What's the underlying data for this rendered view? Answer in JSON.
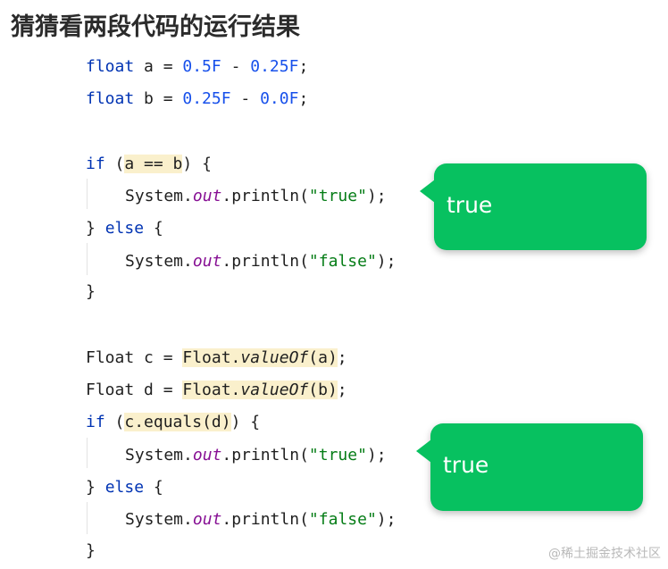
{
  "title": "猜猜看两段代码的运行结果",
  "code": {
    "l1": {
      "kw": "float",
      "a": " a = ",
      "n1": "0.5F",
      "op": " - ",
      "n2": "0.25F",
      "end": ";"
    },
    "l2": {
      "kw": "float",
      "a": " b = ",
      "n1": "0.25F",
      "op": " - ",
      "n2": "0.0F",
      "end": ";"
    },
    "l3": {
      "kw": "if",
      "a": " (",
      "hl": "a == b",
      "b": ") {"
    },
    "l4": {
      "a": "System.",
      "fld": "out",
      "b": ".println(",
      "str": "\"true\"",
      "c": ");"
    },
    "l5": {
      "a": "} ",
      "kw": "else",
      "b": " {"
    },
    "l6": {
      "a": "System.",
      "fld": "out",
      "b": ".println(",
      "str": "\"false\"",
      "c": ");"
    },
    "l7": {
      "a": "}"
    },
    "l8": {
      "a": "Float c = ",
      "h1": "Float.",
      "h2": "valueOf",
      "h3": "(a)",
      "b": ";"
    },
    "l9": {
      "a": "Float d = ",
      "h1": "Float.",
      "h2": "valueOf",
      "h3": "(b)",
      "b": ";"
    },
    "l10": {
      "kw": "if",
      "a": " (",
      "hl": "c.equals(d)",
      "b": ") {"
    },
    "l11": {
      "a": "System.",
      "fld": "out",
      "b": ".println(",
      "str": "\"true\"",
      "c": ");"
    },
    "l12": {
      "a": "} ",
      "kw": "else",
      "b": " {"
    },
    "l13": {
      "a": "System.",
      "fld": "out",
      "b": ".println(",
      "str": "\"false\"",
      "c": ");"
    },
    "l14": {
      "a": "}"
    }
  },
  "bubbles": [
    {
      "text": "true",
      "color": "#07c160"
    },
    {
      "text": "true",
      "color": "#07c160"
    }
  ],
  "watermark": "@稀土掘金技术社区",
  "colors": {
    "keyword": "#0033b3",
    "number": "#1750eb",
    "string": "#067d17",
    "field": "#871094",
    "highlight": "#faf0cc"
  }
}
